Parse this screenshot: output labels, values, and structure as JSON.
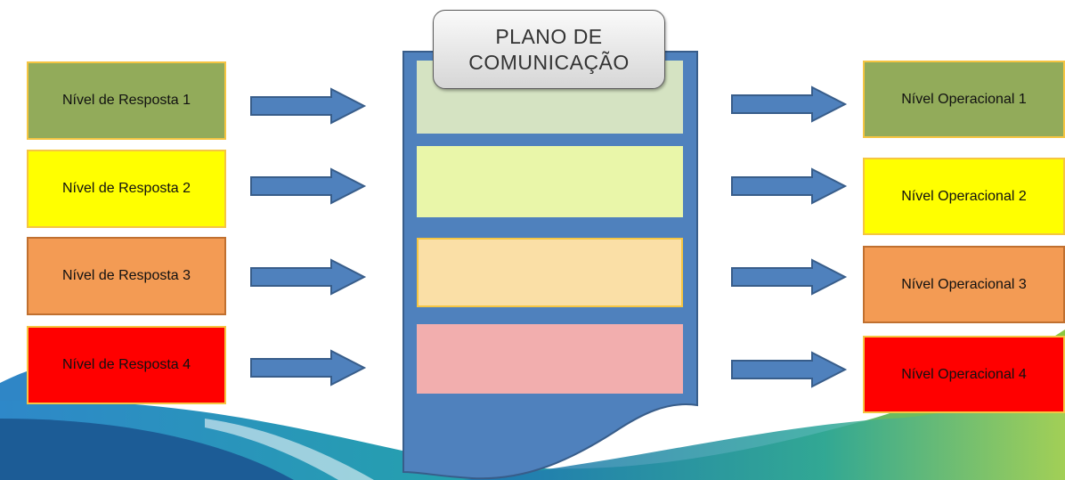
{
  "diagram": {
    "center_title_line1": "PLANO DE",
    "center_title_line2": "COMUNICAÇÃO",
    "response_levels": [
      {
        "label": "Nível de Resposta 1",
        "color": "#92ab5a"
      },
      {
        "label": "Nível de Resposta 2",
        "color": "#ffff00"
      },
      {
        "label": "Nível de Resposta 3",
        "color": "#f39b54"
      },
      {
        "label": "Nível de Resposta 4",
        "color": "#ff0000"
      }
    ],
    "operational_levels": [
      {
        "label": "Nível Operacional 1",
        "color": "#92ab5a"
      },
      {
        "label": "Nível Operacional 2",
        "color": "#ffff00"
      },
      {
        "label": "Nível Operacional 3",
        "color": "#f39b54"
      },
      {
        "label": "Nível Operacional 4",
        "color": "#ff0000"
      }
    ],
    "document_band_colors": [
      "#d5e3c2",
      "#e9f6a9",
      "#fadfa6",
      "#f2aeae"
    ],
    "document_color": "#4f81bd",
    "arrow_color": "#4f81bd"
  }
}
